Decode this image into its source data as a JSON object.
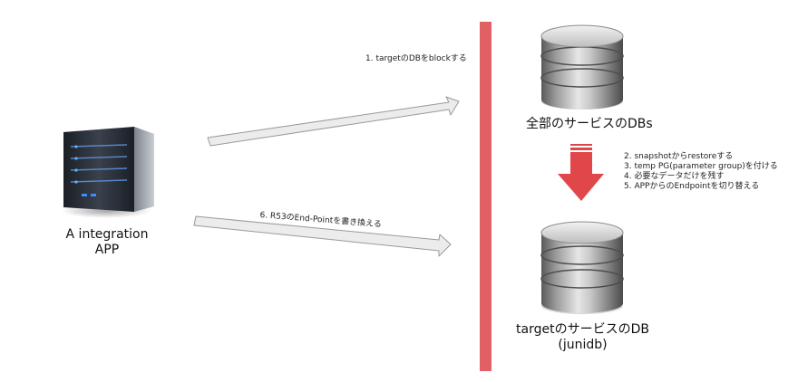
{
  "nodes": {
    "app": {
      "line1": "A integration",
      "line2": "APP"
    },
    "all_dbs": {
      "label": "全部のサービスのDBs"
    },
    "target_db": {
      "line1": "targetのサービスのDB",
      "line2": "(junidb)"
    }
  },
  "edges": {
    "block": {
      "label": "1. targetのDBをblockする"
    },
    "repoint": {
      "label": "6. R53のEnd-Pointを書き換える"
    }
  },
  "steps": [
    "2. snapshotからrestoreする",
    "3. temp PG(parameter group)を付ける",
    "4. 必要なデータだけを残す",
    "5. APPからのEndpointを切り替える"
  ],
  "colors": {
    "barrier": "#e06064",
    "down_arrow": "#e0474b",
    "flow_arrow_fill": "#ececec",
    "flow_arrow_stroke": "#9a9a9a"
  }
}
